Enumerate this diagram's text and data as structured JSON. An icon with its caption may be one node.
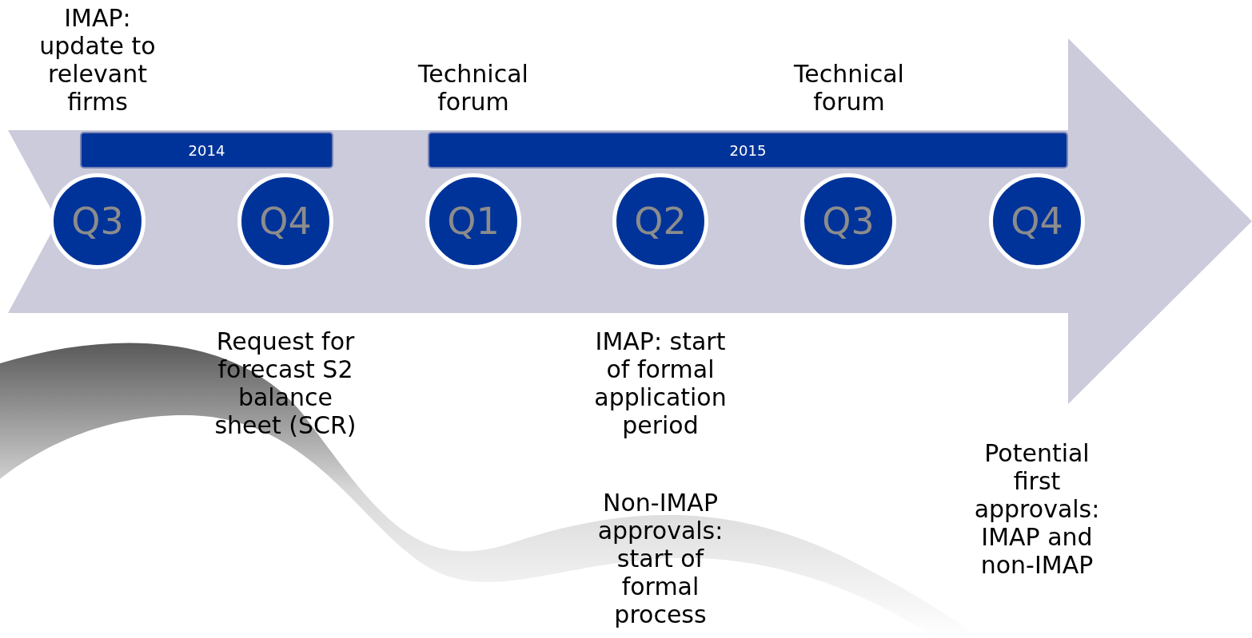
{
  "diagram": {
    "nodes": [
      {
        "text": [
          "2014"
        ]
      },
      {
        "text": [
          "2015"
        ]
      },
      {
        "text": [
          "Q3"
        ]
      },
      {
        "text": [
          "Q4"
        ]
      },
      {
        "text": [
          "Q1"
        ]
      },
      {
        "text": [
          "Q2"
        ]
      },
      {
        "text": [
          "Q3"
        ]
      },
      {
        "text": [
          "Q4"
        ]
      }
    ],
    "labels": [
      "IMAP: update to relevant firms",
      "Technical forum",
      "Technical forum",
      "Request for forecast S2 balance sheet (SCR)",
      "IMAP: start of formal application period",
      "Potential first approvals: IMAP and non-IMAP",
      "Non-IMAP approvals: start of formal process"
    ]
  }
}
